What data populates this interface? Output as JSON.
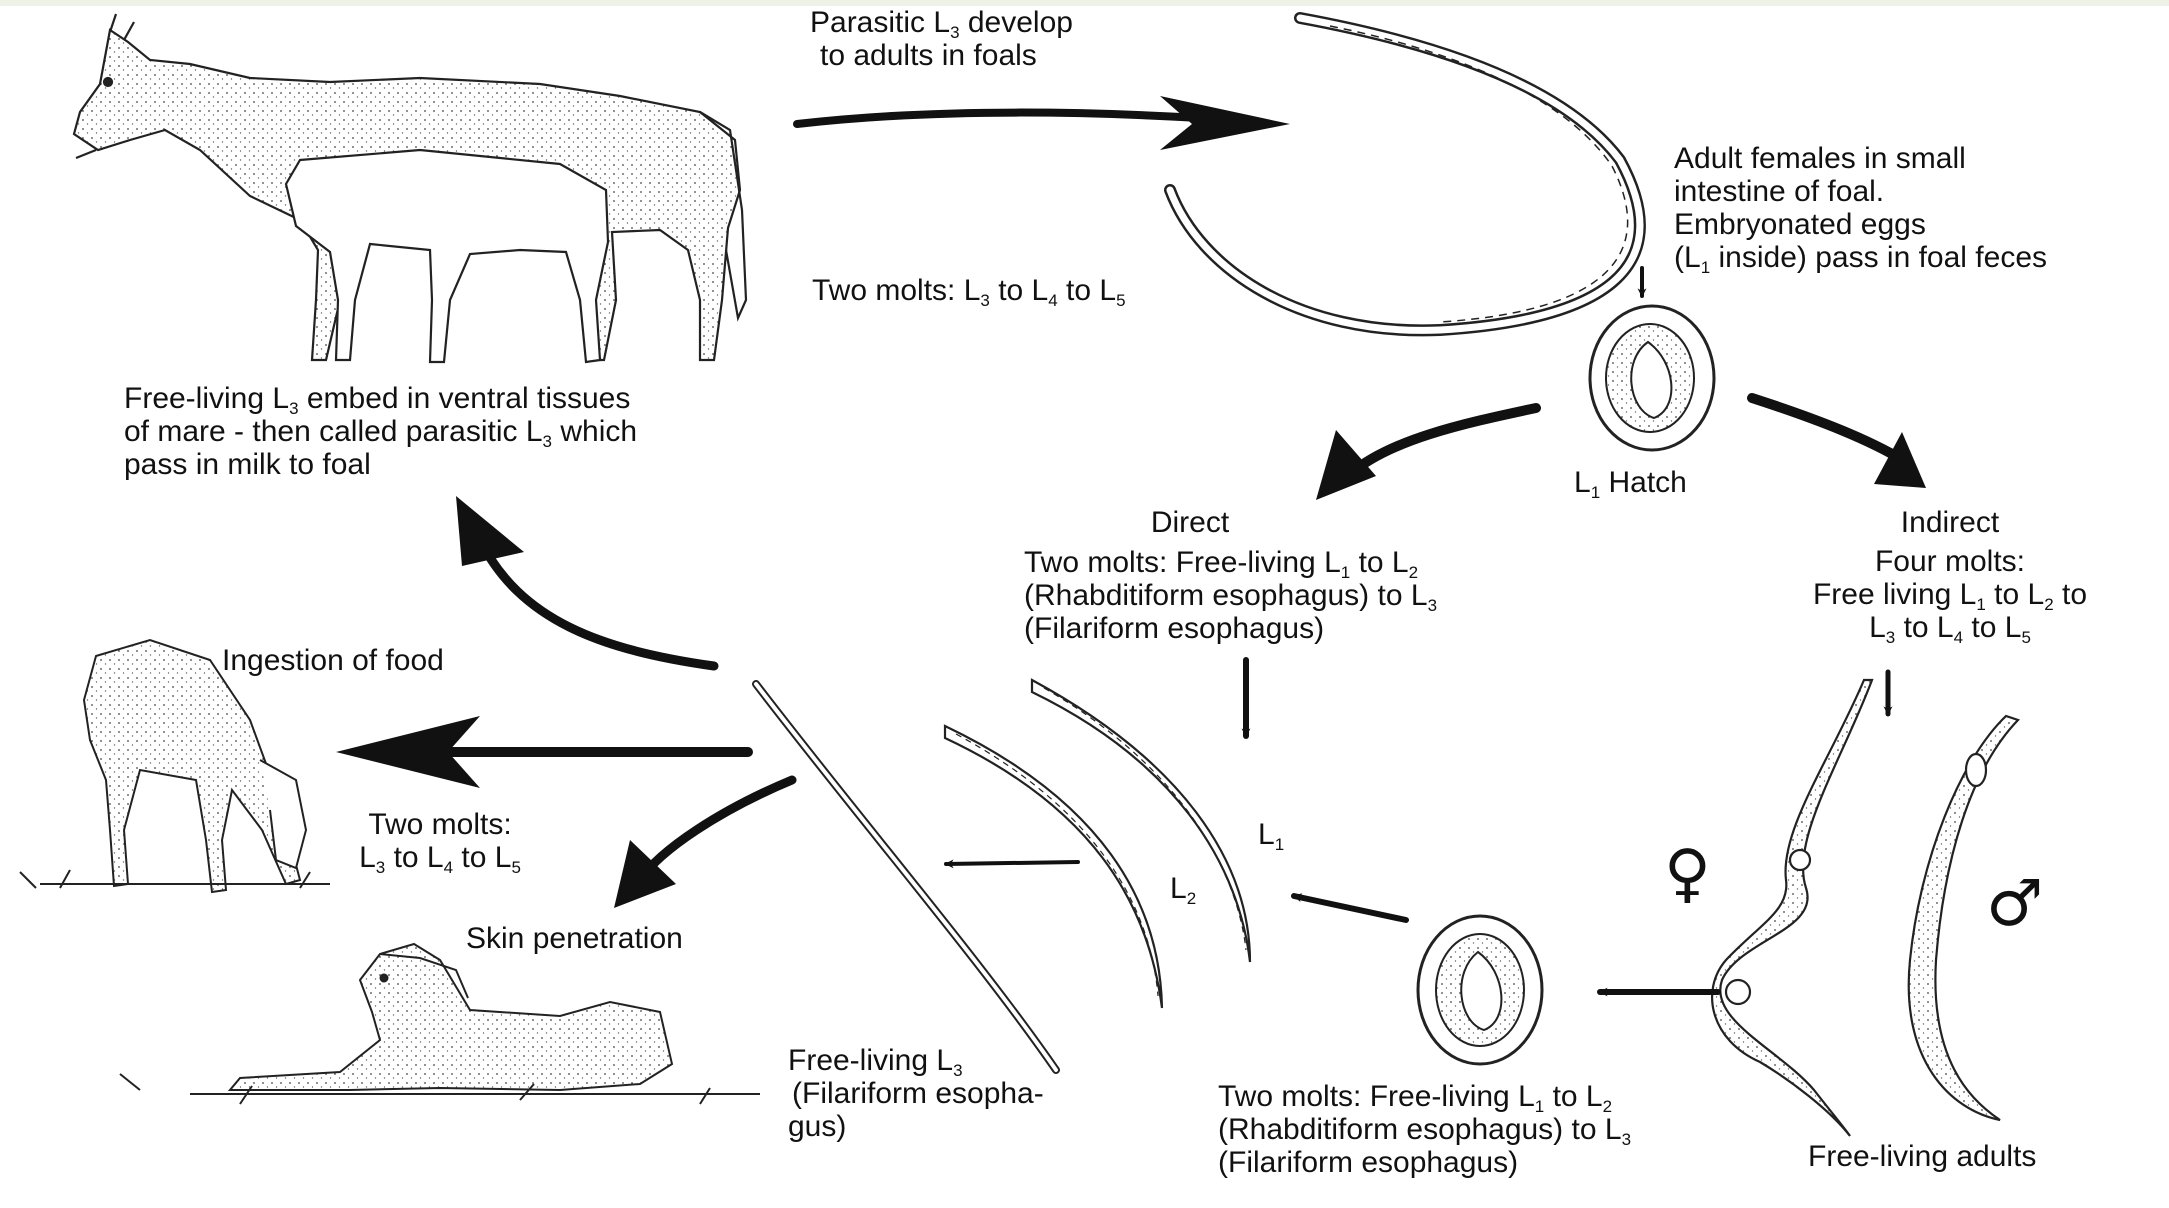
{
  "labels": {
    "parasitic_l3_develop": "Parasitic L",
    "parasitic_l3_develop_sub": "3",
    "parasitic_l3_develop_tail": " develop",
    "to_adults_in_foals": "to adults in foals",
    "two_molts_top_a": "Two molts: L",
    "two_molts_top_s1": "3",
    "two_molts_top_b": " to L",
    "two_molts_top_s2": "4",
    "two_molts_top_c": " to L",
    "two_molts_top_s3": "5",
    "adult_females_1": "Adult females in small",
    "adult_females_2": "intestine of foal.",
    "adult_females_3": "Embryonated eggs",
    "adult_females_4a": "(L",
    "adult_females_4s": "1",
    "adult_females_4b": " inside) pass in foal feces",
    "free_living_embed_1a": "Free-living L",
    "free_living_embed_1s": "3",
    "free_living_embed_1b": " embed in ventral tissues",
    "free_living_embed_2a": "of mare - then called parasitic L",
    "free_living_embed_2s": "3",
    "free_living_embed_2b": " which",
    "free_living_embed_3": "pass in milk to foal",
    "l1_hatch_a": "L",
    "l1_hatch_s": "1",
    "l1_hatch_b": " Hatch",
    "direct": "Direct",
    "direct_1a": "Two molts:  Free-living L",
    "direct_1s1": "1",
    "direct_1b": " to L",
    "direct_1s2": "2",
    "direct_2a": "(Rhabditiform esophagus) to L",
    "direct_2s": "3",
    "direct_3": "(Filariform esophagus)",
    "indirect": "Indirect",
    "indirect_1": "Four molts:",
    "indirect_2a": "Free living L",
    "indirect_2s1": "1",
    "indirect_2b": " to L",
    "indirect_2s2": "2",
    "indirect_2c": " to",
    "indirect_3a": "L",
    "indirect_3s1": "3",
    "indirect_3b": " to L",
    "indirect_3s2": "4",
    "indirect_3c": " to L",
    "indirect_3s3": "5",
    "ingestion_of_food": "Ingestion of food",
    "two_molts_left_1": "Two molts:",
    "two_molts_left_2a": "L",
    "two_molts_left_2s1": "3",
    "two_molts_left_2b": " to L",
    "two_molts_left_2s2": "4",
    "two_molts_left_2c": " to L",
    "two_molts_left_2s3": "5",
    "skin_penetration": "Skin penetration",
    "l1_label_a": "L",
    "l1_label_s": "1",
    "l2_label_a": "L",
    "l2_label_s": "2",
    "free_living_l3_1a": "Free-living L",
    "free_living_l3_1s": "3",
    "free_living_l3_2": "(Filariform esopha-",
    "free_living_l3_3": "gus)",
    "bottom_molts_1a": "Two molts: Free-living L",
    "bottom_molts_1s1": "1",
    "bottom_molts_1b": " to L",
    "bottom_molts_1s2": "2",
    "bottom_molts_2a": "(Rhabditiform esophagus) to L",
    "bottom_molts_2s": "3",
    "bottom_molts_3": "(Filariform esophagus)",
    "free_living_adults": "Free-living adults",
    "female_symbol": "♀",
    "male_symbol": "♂"
  },
  "colors": {
    "ink": "#111111",
    "page": "#ffffff",
    "top_strip": "#eef2e6"
  },
  "icons": [
    "mare-and-foal-illustration",
    "grazing-foal-illustration",
    "lying-foal-illustration",
    "adult-worm-illustration",
    "embryonated-egg-illustration",
    "larva-illustration",
    "female-worm-illustration",
    "male-worm-illustration"
  ]
}
